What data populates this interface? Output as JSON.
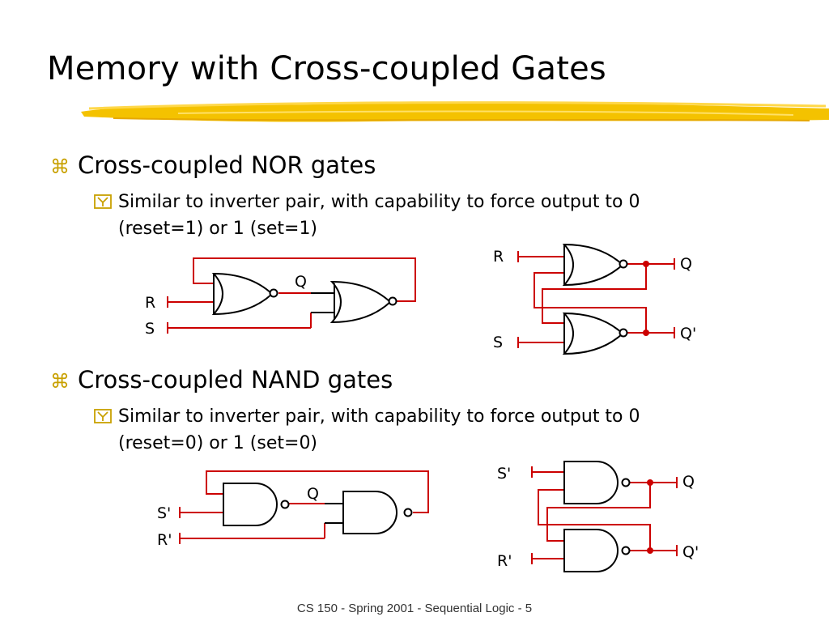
{
  "slide": {
    "title": "Memory with Cross-coupled Gates",
    "footer": "CS 150 - Spring  2001 - Sequential Logic - 5"
  },
  "bullets": [
    {
      "icon": "command-key-icon",
      "text": "Cross-coupled NOR gates",
      "sub": {
        "icon": "checkbox-y-icon",
        "line1": "Similar to inverter pair, with capability to force output to 0",
        "line2": "(reset=1) or 1 (set=1)"
      }
    },
    {
      "icon": "command-key-icon",
      "text": "Cross-coupled NAND gates",
      "sub": {
        "icon": "checkbox-y-icon",
        "line1": "Similar to inverter pair, with capability to force output to 0",
        "line2": "(reset=0) or 1 (set=0)"
      }
    }
  ],
  "diagrams": {
    "nor_chain": {
      "in_top": "R",
      "in_bottom": "S",
      "mid": "Q"
    },
    "nor_latch": {
      "in_top": "R",
      "in_bottom": "S",
      "out_top": "Q",
      "out_bottom": "Q'"
    },
    "nand_chain": {
      "in_top": "S'",
      "in_bottom": "R'",
      "mid": "Q"
    },
    "nand_latch": {
      "in_top": "S'",
      "in_bottom": "R'",
      "out_top": "Q",
      "out_bottom": "Q'"
    }
  },
  "colors": {
    "wire_red": "#cc0000",
    "gate_black": "#000000",
    "highlight": "#f2c200"
  }
}
